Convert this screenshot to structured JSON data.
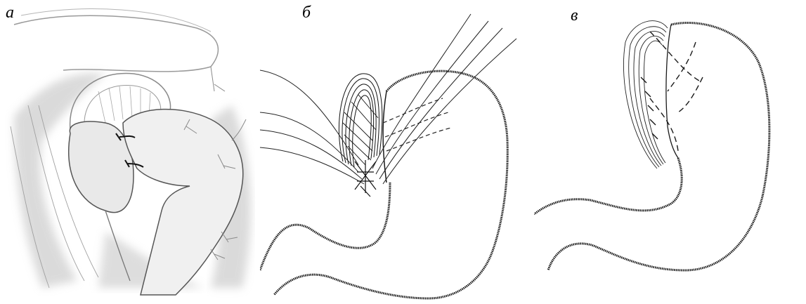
{
  "panels": [
    {
      "label": "а"
    },
    {
      "label": "б"
    },
    {
      "label": "в"
    }
  ],
  "colors": {
    "ink": "#1a1a1a",
    "shade": "#bdbdbd",
    "pencil": "#9a9a9a"
  }
}
